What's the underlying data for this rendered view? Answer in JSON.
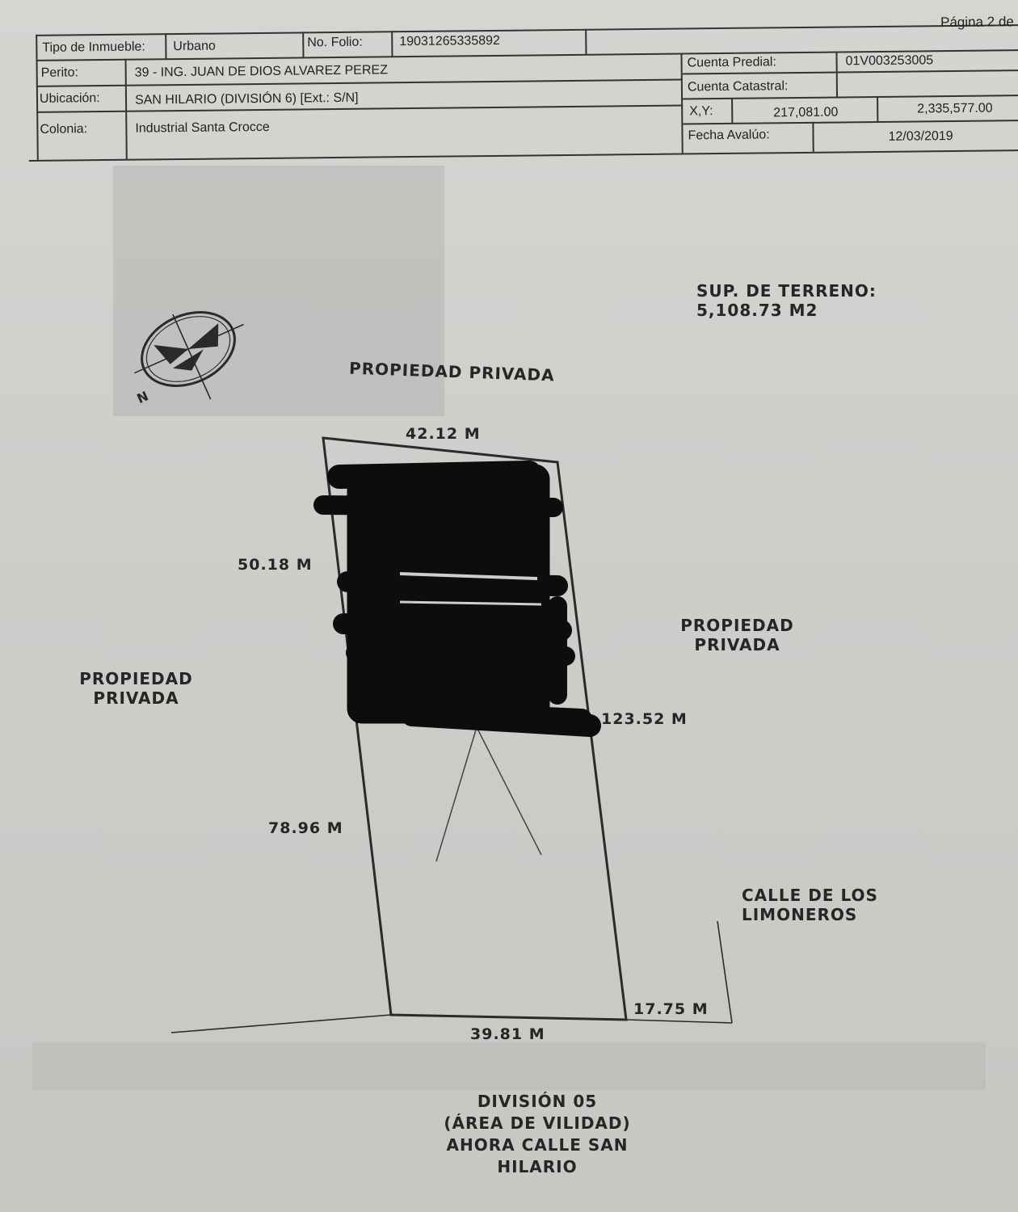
{
  "header": {
    "page_label": "Página 2 de",
    "tipo_inmueble_label": "Tipo de Inmueble:",
    "tipo_inmueble_value": "Urbano",
    "no_folio_label": "No. Folio:",
    "no_folio_value": "19031265335892",
    "perito_label": "Perito:",
    "perito_value": "39 - ING. JUAN DE DIOS ALVAREZ PEREZ",
    "cuenta_predial_label": "Cuenta Predial:",
    "cuenta_predial_value": "01V003253005",
    "ubicacion_label": "Ubicación:",
    "ubicacion_value": "SAN HILARIO (DIVISIÓN 6) [Ext.: S/N]",
    "cuenta_catastral_label": "Cuenta Catastral:",
    "cuenta_catastral_value": "",
    "xy_label": "X,Y:",
    "x_value": "217,081.00",
    "y_value": "2,335,577.00",
    "colonia_label": "Colonia:",
    "colonia_value": "Industrial Santa Crocce",
    "fecha_label": "Fecha Avalúo:",
    "fecha_value": "12/03/2019"
  },
  "plan": {
    "sup_title": "SUP. DE TERRENO:",
    "sup_value": "5,108.73 M2",
    "north_letter": "N",
    "top_neighbor": "PROPIEDAD PRIVADA",
    "left_neighbor_line1": "PROPIEDAD",
    "left_neighbor_line2": "PRIVADA",
    "right_neighbor_line1": "PROPIEDAD",
    "right_neighbor_line2": "PRIVADA",
    "street_right_line1": "CALLE DE LOS",
    "street_right_line2": "LIMONEROS",
    "bottom_line1": "DIVISIÓN 05",
    "bottom_line2": "(ÁREA DE VILIDAD)",
    "bottom_line3": "AHORA CALLE SAN",
    "bottom_line4": "HILARIO",
    "measure_top": "42.12 M",
    "measure_left_upper": "50.18 M",
    "measure_left_lower": "78.96 M",
    "measure_right": "123.52 M",
    "measure_bottom": "39.81 M",
    "measure_bottom_right": "17.75 M"
  },
  "colors": {
    "ink": "#262626",
    "redaction": "#0d0d0d",
    "paper": "#d3d2cf"
  }
}
